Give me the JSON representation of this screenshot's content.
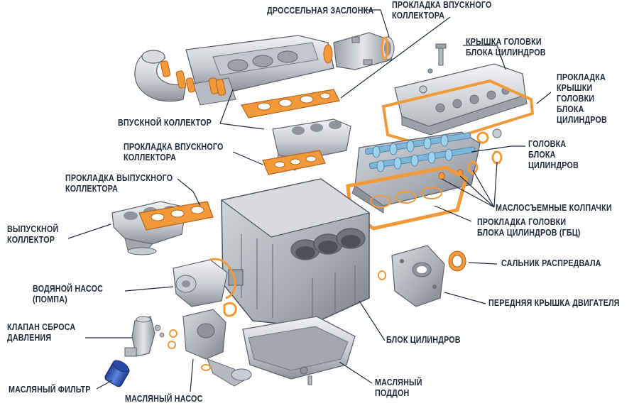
{
  "colors": {
    "ink": "#1f2b3a",
    "leader": "#1f2b3a",
    "metal_light": "#e2e4e8",
    "metal_mid": "#b6bac1",
    "metal_dark": "#6f747c",
    "gasket": "#f29a3a",
    "gasket_edge": "#b3621a",
    "camshaft": "#7fb6d9",
    "filter": "#3a5fc2"
  },
  "labels": {
    "throttle": [
      "ДРОССЕЛЬНАЯ ЗАСЛОНКА"
    ],
    "intake_gasket_top": [
      "ПРОКЛАДКА ВПУСКНОГО",
      "КОЛЛЕКТОРА"
    ],
    "head_cover": [
      "КРЫШКА ГОЛОВКИ",
      "БЛОКА ЦИЛИНДРОВ"
    ],
    "head_cover_gasket": [
      "ПРОКЛАДКА",
      "КРЫШКИ",
      "ГОЛОВКИ",
      "БЛОКА",
      "ЦИЛИНДРОВ"
    ],
    "intake_manifold": [
      "ВПУСКНОЙ КОЛЛЕКТОР"
    ],
    "intake_gasket_mid": [
      "ПРОКЛАДКА ВПУСКНОГО",
      "КОЛЛЕКТОРА"
    ],
    "cylinder_head": [
      "ГОЛОВКА",
      "БЛОКА",
      "ЦИЛИНДРОВ"
    ],
    "exhaust_gasket": [
      "ПРОКЛАДКА ВЫПУСКНОГО",
      "КОЛЛЕКТОРА"
    ],
    "valve_seals": [
      "МАСЛОСЪЕМНЫЕ КОЛПАЧКИ"
    ],
    "exhaust_manifold": [
      "ВЫПУСКНОЙ",
      "КОЛЛЕКТОР"
    ],
    "head_gasket": [
      "ПРОКЛАДКА ГОЛОВКИ",
      "БЛОКА ЦИЛИНДРОВ (ГБЦ)"
    ],
    "cam_seal": [
      "САЛЬНИК РАСПРЕДВАЛА"
    ],
    "water_pump": [
      "ВОДЯНОЙ НАСОС",
      "(ПОМПА)"
    ],
    "front_cover": [
      "ПЕРЕДНЯЯ КРЫШКА ДВИГАТЕЛЯ"
    ],
    "relief_valve": [
      "КЛАПАН СБРОСА",
      "ДАВЛЕНИЯ"
    ],
    "cylinder_block": [
      "БЛОК ЦИЛИНДРОВ"
    ],
    "oil_filter": [
      "МАСЛЯНЫЙ ФИЛЬТР"
    ],
    "oil_pump": [
      "МАСЛЯНЫЙ НАСОС"
    ],
    "oil_pan": [
      "МАСЛЯНЫЙ",
      "ПОДДОН"
    ]
  }
}
